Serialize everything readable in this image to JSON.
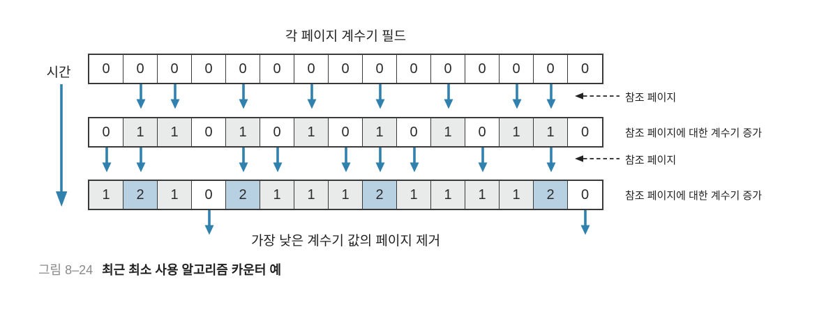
{
  "figure": {
    "title": "각 페이지 계수기 필드",
    "time_label": "시간",
    "rows": [
      {
        "name": "initial-counters",
        "cells": [
          {
            "value": "0",
            "style": "white"
          },
          {
            "value": "0",
            "style": "white"
          },
          {
            "value": "0",
            "style": "white"
          },
          {
            "value": "0",
            "style": "white"
          },
          {
            "value": "0",
            "style": "white"
          },
          {
            "value": "0",
            "style": "white"
          },
          {
            "value": "0",
            "style": "white"
          },
          {
            "value": "0",
            "style": "white"
          },
          {
            "value": "0",
            "style": "white"
          },
          {
            "value": "0",
            "style": "white"
          },
          {
            "value": "0",
            "style": "white"
          },
          {
            "value": "0",
            "style": "white"
          },
          {
            "value": "0",
            "style": "white"
          },
          {
            "value": "0",
            "style": "white"
          },
          {
            "value": "0",
            "style": "white"
          }
        ]
      },
      {
        "name": "after-first-reference",
        "cells": [
          {
            "value": "0",
            "style": "white"
          },
          {
            "value": "1",
            "style": "gray"
          },
          {
            "value": "1",
            "style": "gray"
          },
          {
            "value": "0",
            "style": "white"
          },
          {
            "value": "1",
            "style": "gray"
          },
          {
            "value": "0",
            "style": "white"
          },
          {
            "value": "1",
            "style": "gray"
          },
          {
            "value": "0",
            "style": "white"
          },
          {
            "value": "1",
            "style": "gray"
          },
          {
            "value": "0",
            "style": "white"
          },
          {
            "value": "1",
            "style": "gray"
          },
          {
            "value": "0",
            "style": "white"
          },
          {
            "value": "1",
            "style": "gray"
          },
          {
            "value": "1",
            "style": "gray"
          },
          {
            "value": "0",
            "style": "white"
          }
        ]
      },
      {
        "name": "after-second-reference",
        "cells": [
          {
            "value": "1",
            "style": "gray"
          },
          {
            "value": "2",
            "style": "blue"
          },
          {
            "value": "1",
            "style": "gray"
          },
          {
            "value": "0",
            "style": "white"
          },
          {
            "value": "2",
            "style": "blue"
          },
          {
            "value": "1",
            "style": "gray"
          },
          {
            "value": "1",
            "style": "gray"
          },
          {
            "value": "1",
            "style": "gray"
          },
          {
            "value": "2",
            "style": "blue"
          },
          {
            "value": "1",
            "style": "gray"
          },
          {
            "value": "1",
            "style": "gray"
          },
          {
            "value": "1",
            "style": "gray"
          },
          {
            "value": "1",
            "style": "gray"
          },
          {
            "value": "2",
            "style": "blue"
          },
          {
            "value": "0",
            "style": "white"
          }
        ]
      }
    ],
    "reference_arrows": {
      "set1_cells": [
        1,
        2,
        4,
        6,
        8,
        10,
        12,
        13
      ],
      "set2_cells": [
        0,
        1,
        4,
        5,
        7,
        8,
        9,
        11,
        13
      ],
      "evict_cells": [
        3,
        14
      ]
    },
    "labels": {
      "ref_page_1": "참조 페이지",
      "counter_increase_1": "참조 페이지에 대한 계수기 증가",
      "ref_page_2": "참조 페이지",
      "counter_increase_2": "참조 페이지에 대한 계수기 증가",
      "evict_note": "가장 낮은 계수기 값의 페이지 제거"
    },
    "caption": {
      "number": "그림 8–24",
      "title": "최근 최소 사용 알고리즘 카운터 예"
    }
  },
  "colors": {
    "arrow_blue": "#3181ae",
    "cell_gray": "#e9eaea",
    "cell_blue": "#b7d0e2",
    "ink": "#222222",
    "caption_gray": "#8a8a8a"
  }
}
